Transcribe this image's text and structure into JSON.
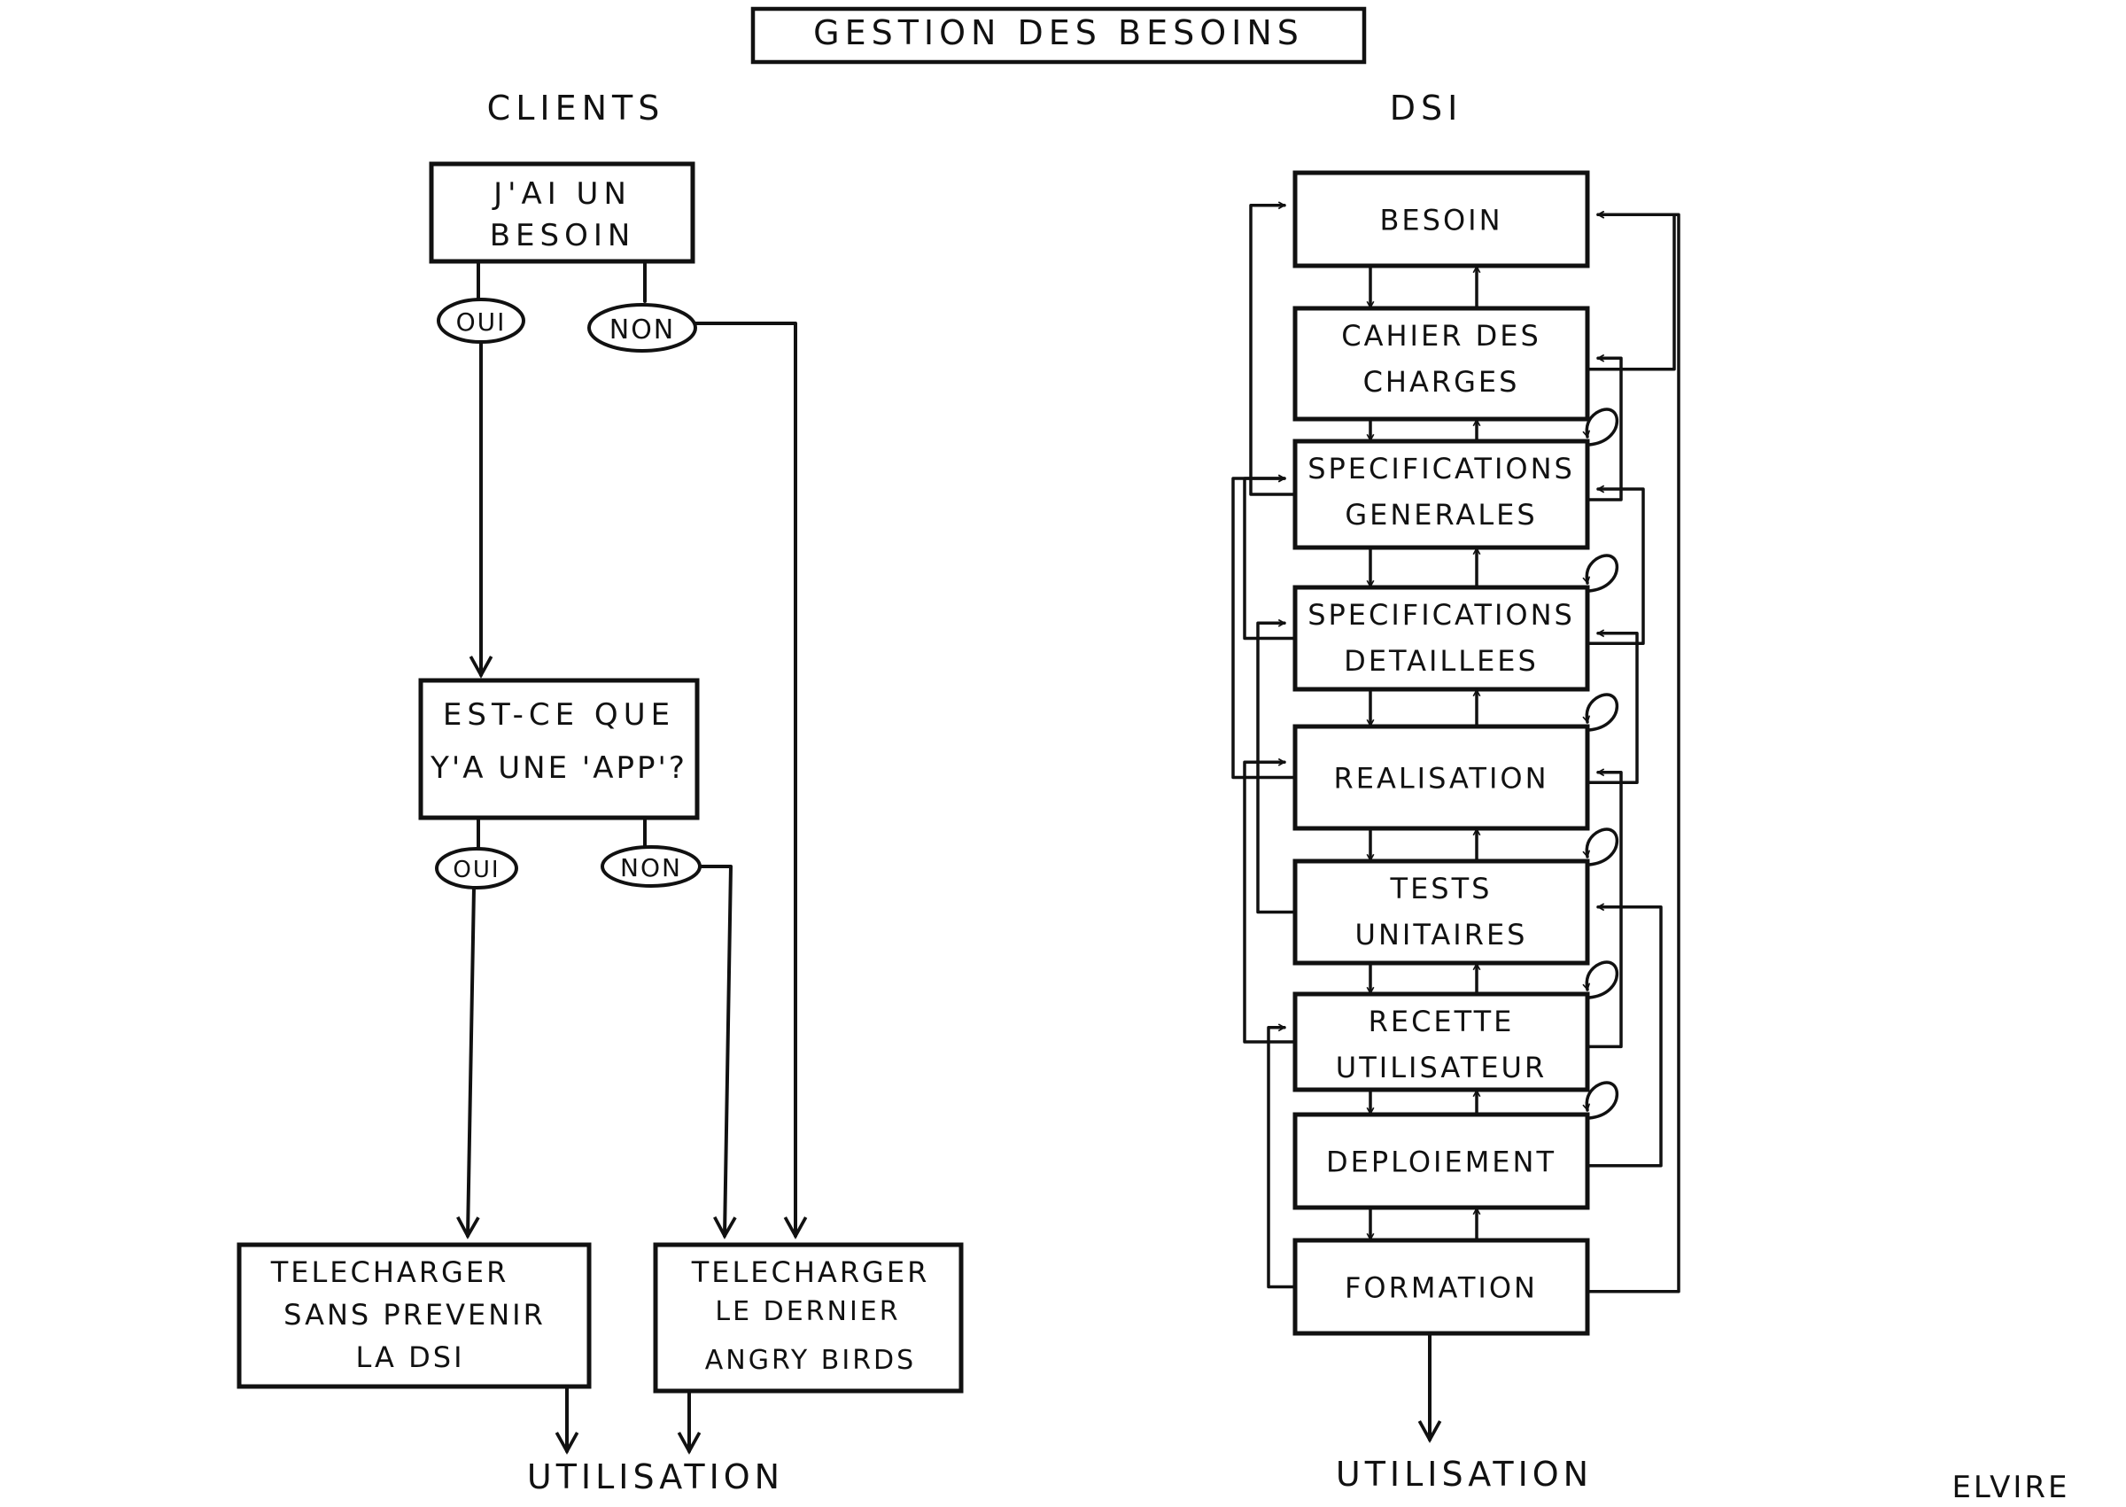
{
  "title": "GESTION DES BESOINS",
  "left": {
    "header": "CLIENTS",
    "start_box": [
      "J'AI UN",
      "BESOIN"
    ],
    "yes1": "OUI",
    "no1": "NON",
    "app_box": [
      "EST-CE QUE",
      "Y'A UNE 'APP'?"
    ],
    "yes2": "OUI",
    "no2": "NON",
    "download_box": [
      "TELECHARGER",
      "SANS PREVENIR",
      "LA DSI"
    ],
    "angry_box": [
      "TELECHARGER",
      "LE DERNIER",
      "ANGRY BIRDS"
    ],
    "end_label": "UTILISATION"
  },
  "right": {
    "header": "DSI",
    "steps": [
      [
        "BESOIN"
      ],
      [
        "CAHIER DES",
        "CHARGES"
      ],
      [
        "SPECIFICATIONS",
        "GENERALES"
      ],
      [
        "SPECIFICATIONS",
        "DETAILLEES"
      ],
      [
        "REALISATION"
      ],
      [
        "TESTS",
        "UNITAIRES"
      ],
      [
        "RECETTE",
        "UTILISATEUR"
      ],
      [
        "DEPLOIEMENT"
      ],
      [
        "FORMATION"
      ]
    ],
    "end_label": "UTILISATION"
  },
  "signature": "ELVIRE",
  "colors": {
    "ink": "#111111",
    "paper": "#ffffff"
  }
}
